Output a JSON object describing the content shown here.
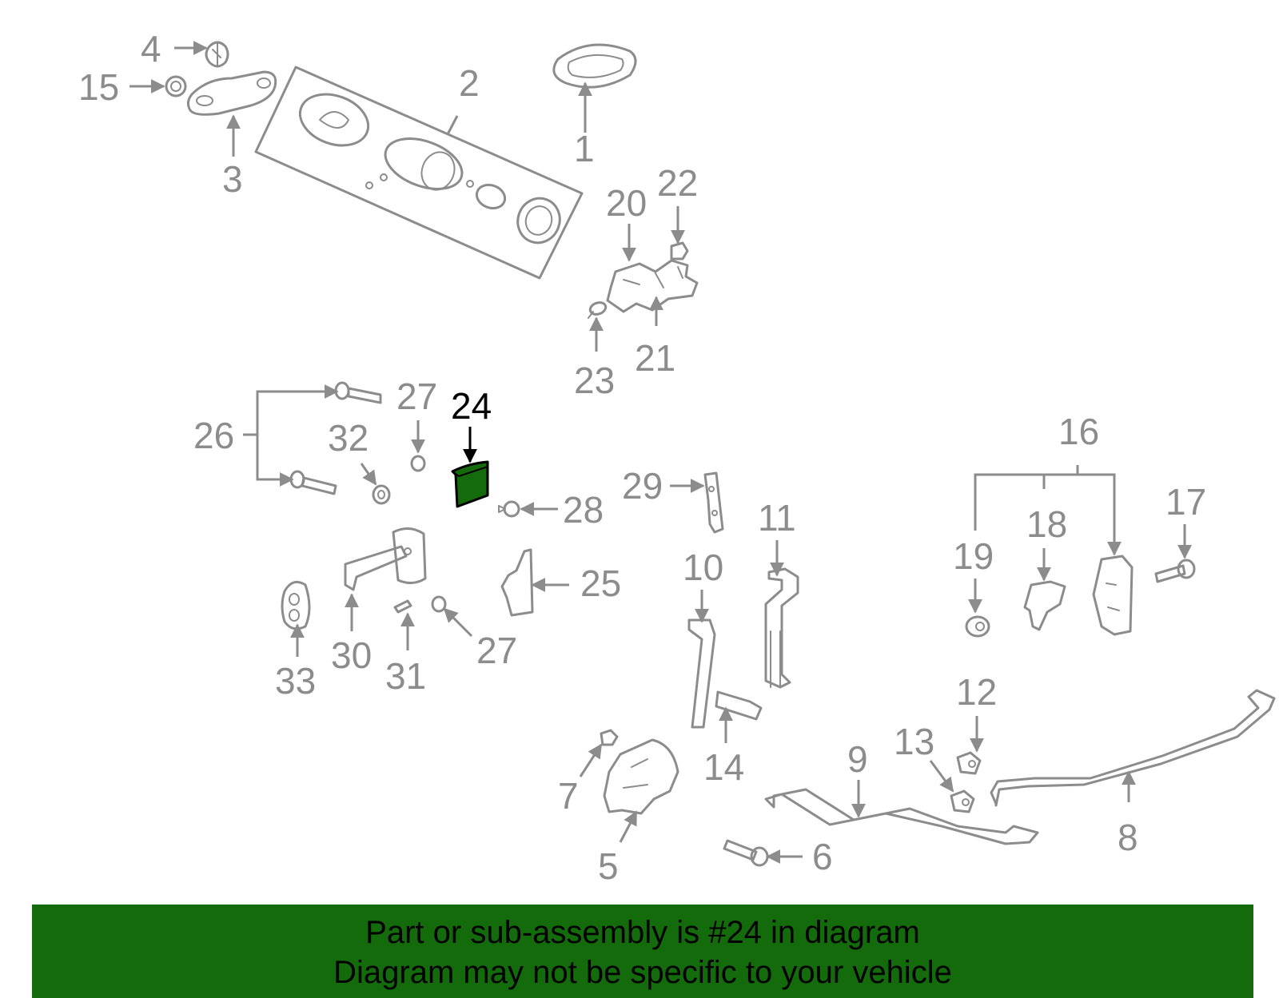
{
  "callouts": {
    "c1": "1",
    "c2": "2",
    "c3": "3",
    "c4": "4",
    "c5": "5",
    "c6": "6",
    "c7": "7",
    "c8": "8",
    "c9": "9",
    "c10": "10",
    "c11": "11",
    "c12": "12",
    "c13": "13",
    "c14": "14",
    "c15": "15",
    "c16": "16",
    "c17": "17",
    "c18": "18",
    "c19": "19",
    "c20": "20",
    "c21": "21",
    "c22": "22",
    "c23": "23",
    "c24": "24",
    "c25": "25",
    "c26": "26",
    "c27a": "27",
    "c27b": "27",
    "c28": "28",
    "c29": "29",
    "c30": "30",
    "c31": "31",
    "c32": "32",
    "c33": "33"
  },
  "highlight": {
    "part_number": "24",
    "color": "#146b0c"
  },
  "banner": {
    "line1": "Part or sub-assembly is #24 in diagram",
    "line2": "Diagram may not be specific to your vehicle",
    "background": "#146b0c"
  }
}
